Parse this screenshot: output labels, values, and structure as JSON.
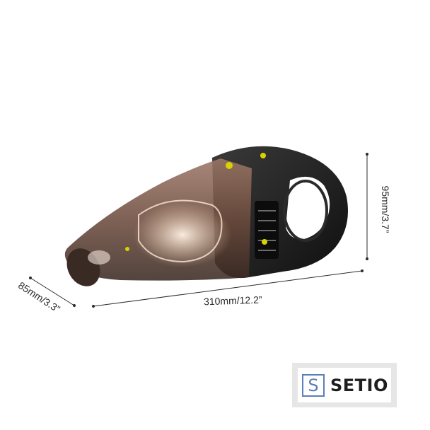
{
  "product": {
    "name": "handheld-vacuum-cleaner",
    "colors": {
      "body": "#1e1e1e",
      "canister": "#7a5a4a",
      "accent_button": "#d8d200"
    }
  },
  "dimensions": {
    "width_label": "310mm/12.2”",
    "height_label": "95mm/3.7”",
    "depth_label": "85mm/3.3”"
  },
  "logo": {
    "letter": "S",
    "brand": "SETIO",
    "colors": {
      "frame": "#e6e6e6",
      "letter": "#5b7fb8",
      "text": "#1e1e1e"
    }
  }
}
